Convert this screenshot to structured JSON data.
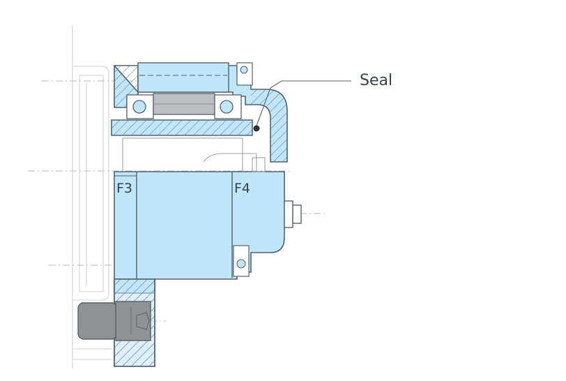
{
  "labels": {
    "seal": "Seal",
    "f3": "F3",
    "f4": "F4"
  },
  "colors": {
    "fill": "#bfe6fb",
    "outline": "#55606a",
    "hatch": "#6e7780",
    "bolt": "#909396",
    "bolt_dark": "#6f7275",
    "background_line": "#d6d9dc",
    "label": "#33424d"
  }
}
